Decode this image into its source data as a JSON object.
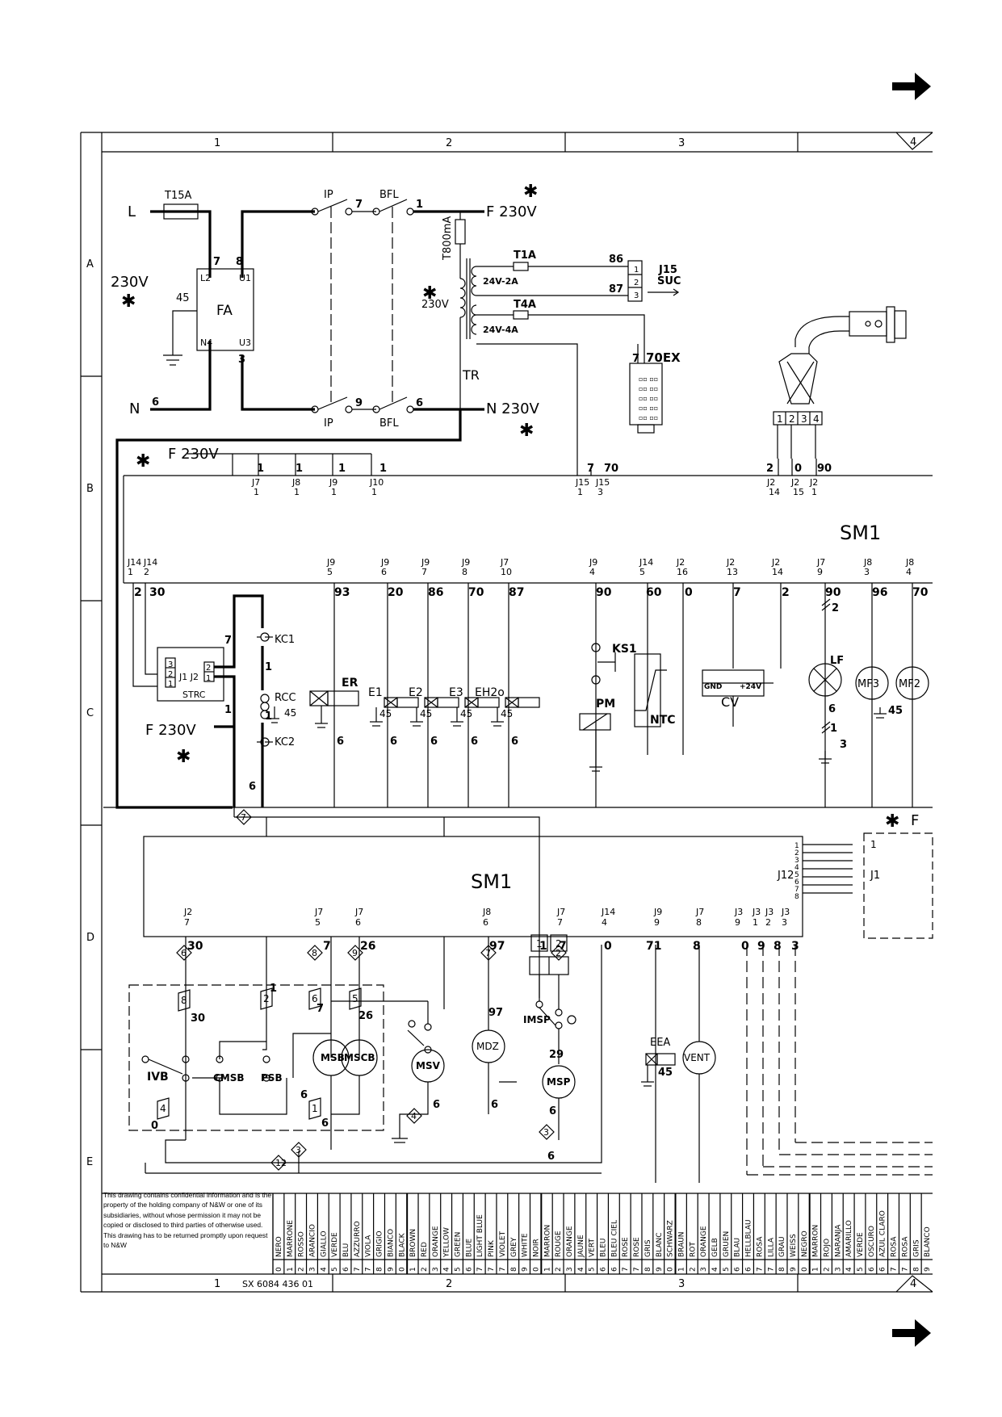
{
  "sheet": {
    "column_labels": [
      "1",
      "2",
      "3",
      "4"
    ],
    "row_labels": [
      "A",
      "B",
      "C",
      "D",
      "E"
    ],
    "drawing_number": "SX 6084 436 01",
    "notice": "This drawing contains confidential information and is the property of the holding company of N&W or one of its subsidiaries, without whose permission it may not be copied or disclosed to third parties of otherwise used. This drawing has to be returned promptly upon request to N&W"
  },
  "supply": {
    "L": "L",
    "N": "N",
    "volt": "230V",
    "star": "✱",
    "fuse_main": "T15A",
    "filter": "FA",
    "filter_pins": [
      "L2",
      "U1",
      "N4",
      "U3"
    ],
    "wire_7": "7",
    "wire_8": "8",
    "wire_45": "45",
    "wire_3": "3",
    "wire_6": "6",
    "ip": "IP",
    "bfl": "BFL",
    "wire_1": "1",
    "wire_9": "9",
    "f_out": "F 230V",
    "n_out": "N 230V",
    "fuse_tr": "T800mA",
    "tr": "TR",
    "tr_volt": "230V",
    "sec1": "24V-2A",
    "sec2": "24V-4A",
    "fuse_t1": "T1A",
    "fuse_t4": "T4A",
    "w86": "86",
    "w87": "87",
    "j15": "J15",
    "suc": "SUC",
    "w7": "7",
    "w70ex": "70EX"
  },
  "board_top": {
    "name": "SM1",
    "f_label": "F 230V",
    "top_pins": [
      [
        "J7",
        "1"
      ],
      [
        "J8",
        "1"
      ],
      [
        "J9",
        "1"
      ],
      [
        "J10",
        "1"
      ],
      [
        "J15",
        "1"
      ],
      [
        "J15",
        "3"
      ],
      [
        "J2",
        "14"
      ],
      [
        "J2",
        "15"
      ],
      [
        "J2",
        "1"
      ]
    ],
    "top_wires": [
      "1",
      "1",
      "1",
      "1",
      "7",
      "70",
      "2",
      "0",
      "90"
    ],
    "sensor_pins": [
      "1",
      "2",
      "3",
      "4"
    ],
    "bottom_pins": [
      [
        "J14",
        "1"
      ],
      [
        "J14",
        "2"
      ],
      [
        "J9",
        "5"
      ],
      [
        "J9",
        "6"
      ],
      [
        "J9",
        "7"
      ],
      [
        "J9",
        "8"
      ],
      [
        "J7",
        "10"
      ],
      [
        "J9",
        "4"
      ],
      [
        "J14",
        "5"
      ],
      [
        "J2",
        "16"
      ],
      [
        "J2",
        "13"
      ],
      [
        "J2",
        "14"
      ],
      [
        "J7",
        "9"
      ],
      [
        "J8",
        "3"
      ],
      [
        "J8",
        "4"
      ]
    ],
    "bottom_wires": [
      "2",
      "30",
      "93",
      "20",
      "86",
      "70",
      "87",
      "90",
      "60",
      "0",
      "7",
      "2",
      "90",
      "96",
      "70"
    ]
  },
  "loads": {
    "kc1": "KC1",
    "kc2": "KC2",
    "rcc": "RCC",
    "strc": "STRC",
    "j1j2": "J1 J2",
    "er": "ER",
    "e1": "E1",
    "e2": "E2",
    "e3": "E3",
    "eh2o": "EH2o",
    "ks1": "KS1",
    "pm": "PM",
    "ntc": "NTC",
    "cv": "CV",
    "gnd": "GND",
    "plus24": "+24V",
    "lf": "LF",
    "mf3": "MF3",
    "mf2": "MF2",
    "w45": "45",
    "w6": "6",
    "w7": "7",
    "w1": "1",
    "w2": "2",
    "w3": "3"
  },
  "board_bottom": {
    "name": "SM1",
    "j12": "J12",
    "j1": "J1",
    "pins": [
      [
        "J2",
        "7"
      ],
      [
        "J7",
        "5"
      ],
      [
        "J7",
        "6"
      ],
      [
        "J8",
        "6"
      ],
      [
        "J7",
        "7"
      ],
      [
        "J14",
        "4"
      ],
      [
        "J9",
        "9"
      ],
      [
        "J7",
        "8"
      ],
      [
        "J3",
        "9"
      ],
      [
        "J3",
        "1"
      ],
      [
        "J3",
        "2"
      ],
      [
        "J3",
        "3"
      ]
    ],
    "wires": [
      "30",
      "7",
      "26",
      "97",
      "1",
      "7",
      "0",
      "71",
      "8",
      "0",
      "9",
      "8",
      "3"
    ]
  },
  "components": {
    "ivb": "IVB",
    "cmsb": "CMSB",
    "psb": "PSB",
    "msb": "MSB",
    "mscb": "MSCB",
    "msv": "MSV",
    "mdz": "MDZ",
    "imsp": "IMSP",
    "msp": "MSP",
    "eea": "EEA",
    "vent": "VENT",
    "tags": [
      "6",
      "8",
      "9",
      "7",
      "1",
      "2",
      "3",
      "4",
      "12",
      "8",
      "2",
      "6",
      "5",
      "1",
      "4",
      "7"
    ],
    "wire_labels": [
      "30",
      "1",
      "7",
      "26",
      "6",
      "0",
      "6",
      "97",
      "29",
      "6",
      "45",
      "2",
      "3",
      "1"
    ]
  },
  "color_codes": [
    [
      "0",
      "NERO"
    ],
    [
      "1",
      "MARRONE"
    ],
    [
      "2",
      "ROSSO"
    ],
    [
      "3",
      "ARANCIO"
    ],
    [
      "4",
      "GIALLO"
    ],
    [
      "5",
      "VERDE"
    ],
    [
      "6",
      "BLU"
    ],
    [
      "7",
      "AZZURRO"
    ],
    [
      "7",
      "VIOLA"
    ],
    [
      "8",
      "GRIGIO"
    ],
    [
      "9",
      "BIANCO"
    ],
    [
      "0",
      "BLACK"
    ],
    [
      "1",
      "BROWN"
    ],
    [
      "2",
      "RED"
    ],
    [
      "3",
      "ORANGE"
    ],
    [
      "4",
      "YELLOW"
    ],
    [
      "5",
      "GREEN"
    ],
    [
      "6",
      "BLUE"
    ],
    [
      "7",
      "LIGHT BLUE"
    ],
    [
      "7",
      "PINK"
    ],
    [
      "7",
      "VIOLET"
    ],
    [
      "8",
      "GREY"
    ],
    [
      "9",
      "WHITE"
    ],
    [
      "0",
      "NOIR"
    ],
    [
      "1",
      "MARRON"
    ],
    [
      "2",
      "ROUGE"
    ],
    [
      "3",
      "ORANGE"
    ],
    [
      "4",
      "JAUNE"
    ],
    [
      "5",
      "VERT"
    ],
    [
      "6",
      "BLEU"
    ],
    [
      "6",
      "BLEU CIEL"
    ],
    [
      "7",
      "ROSE"
    ],
    [
      "7",
      "ROSE"
    ],
    [
      "8",
      "GRIS"
    ],
    [
      "9",
      "BLANC"
    ],
    [
      "0",
      "SCHWARZ"
    ],
    [
      "1",
      "BRAUN"
    ],
    [
      "2",
      "ROT"
    ],
    [
      "3",
      "ORANGE"
    ],
    [
      "4",
      "GELB"
    ],
    [
      "5",
      "GRUEN"
    ],
    [
      "6",
      "BLAU"
    ],
    [
      "6",
      "HELLBLAU"
    ],
    [
      "7",
      "ROSA"
    ],
    [
      "7",
      "LILLA"
    ],
    [
      "8",
      "GRAU"
    ],
    [
      "9",
      "WEISS"
    ],
    [
      "0",
      "NEGRO"
    ],
    [
      "1",
      "MARRON"
    ],
    [
      "2",
      "ROJO"
    ],
    [
      "3",
      "NARANJA"
    ],
    [
      "4",
      "AMARILLO"
    ],
    [
      "5",
      "VERDE"
    ],
    [
      "6",
      "OSCURO"
    ],
    [
      "6",
      "AZUL CLARO"
    ],
    [
      "7",
      "ROSA"
    ],
    [
      "7",
      "ROSA"
    ],
    [
      "8",
      "GRIS"
    ],
    [
      "9",
      "BLANCO"
    ]
  ]
}
